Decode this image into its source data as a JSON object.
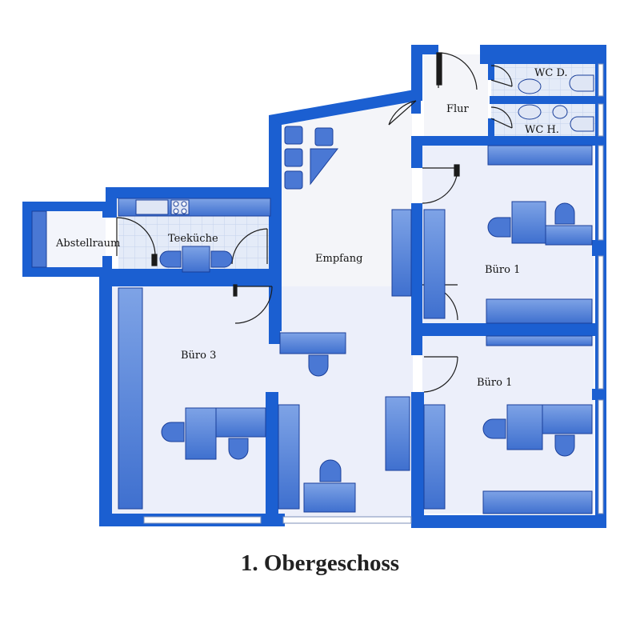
{
  "rooms": {
    "abstellraum": "Abstellraum",
    "teekueche": "Teeküche",
    "empfang": "Empfang",
    "flur": "Flur",
    "wc_d": "WC D.",
    "wc_h": "WC H.",
    "buero1_top": "Büro 1",
    "buero1_bottom": "Büro 1",
    "buero3": "Büro 3"
  },
  "caption": "1. Obergeschoss",
  "colors": {
    "wall": "#1b5fd1",
    "floor": "#eef1fa",
    "furniture": "#5b88d8",
    "furniture_dark": "#2f63c6",
    "tile": "#dde6f6"
  }
}
